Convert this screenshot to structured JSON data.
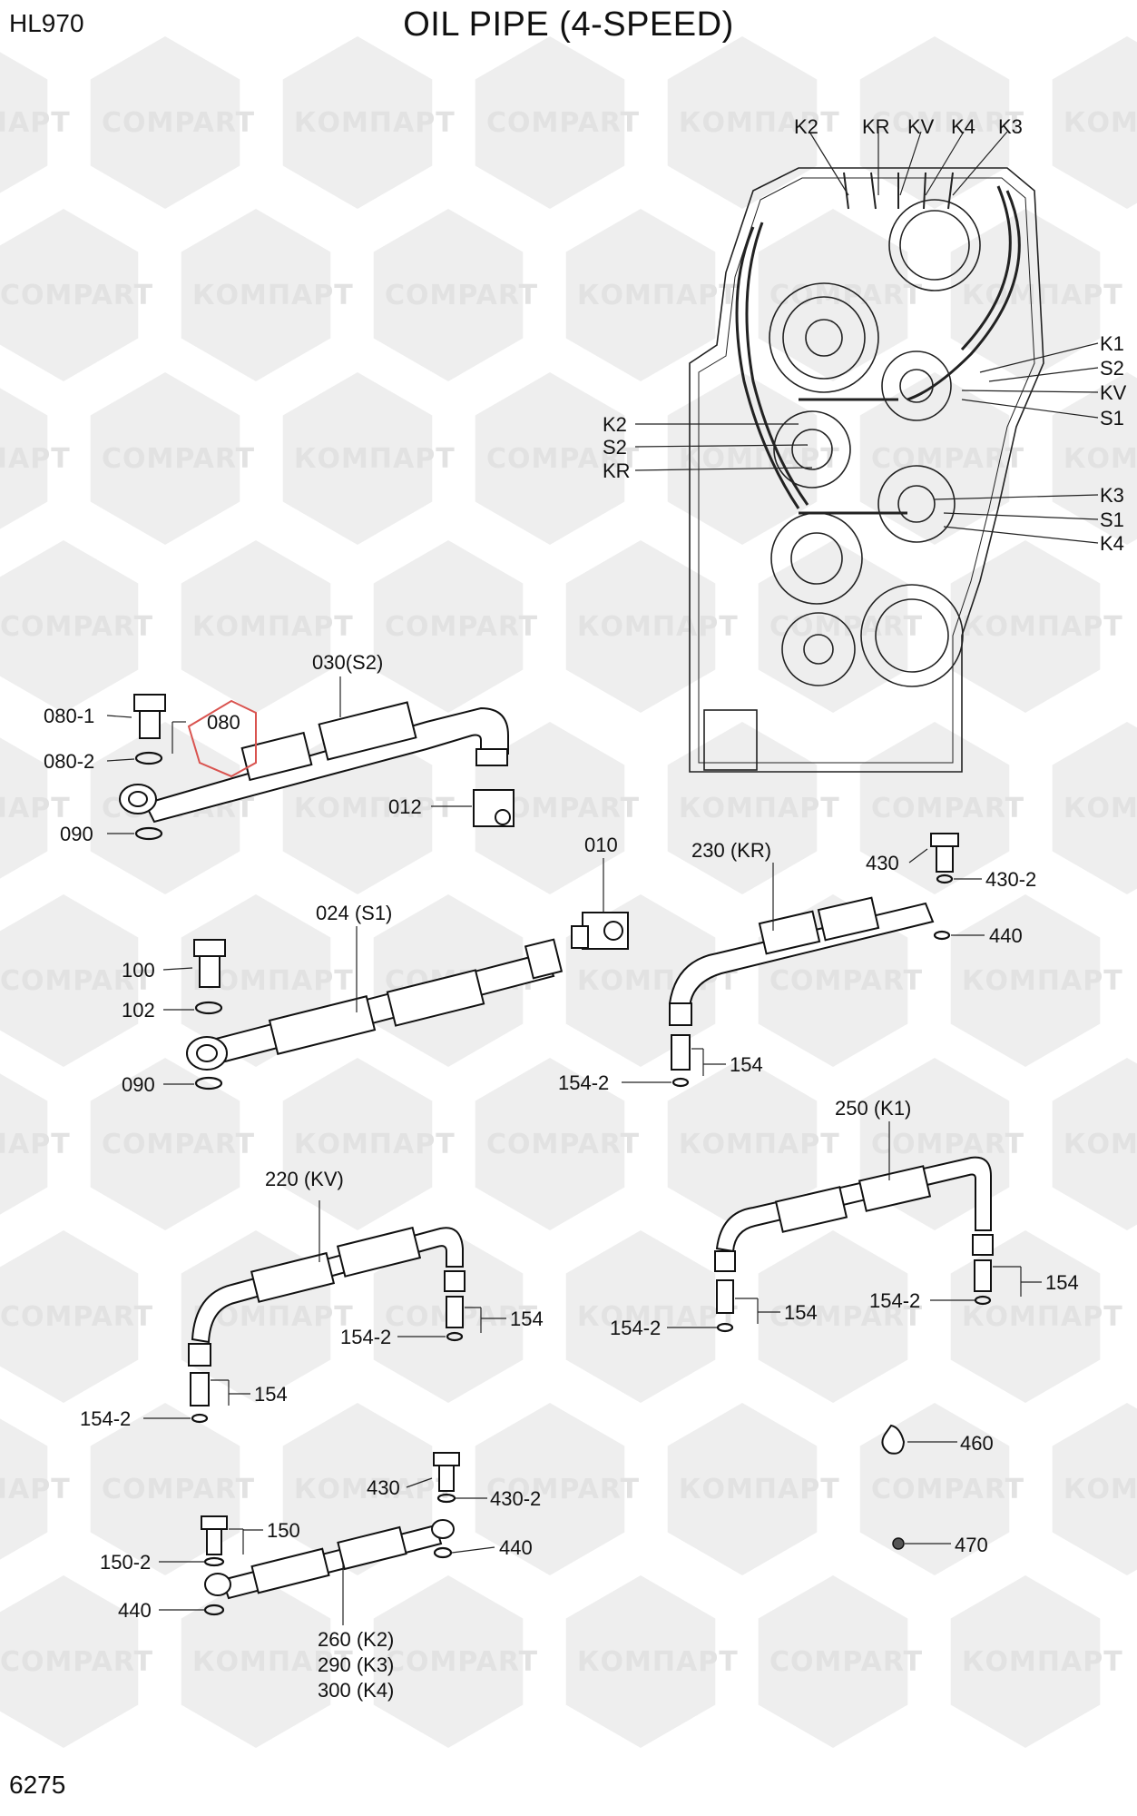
{
  "header": {
    "model": "HL970",
    "title": "OIL PIPE (4-SPEED)"
  },
  "footer": {
    "page_number": "6275"
  },
  "watermark": {
    "latin": "COMPART",
    "cyrillic": "КОМПАРТ",
    "color": "#e2e2e2"
  },
  "highlight_color": "#d9534f",
  "transmission_labels": {
    "top": [
      "K2",
      "KR",
      "KV",
      "K4",
      "K3"
    ],
    "right_upper": [
      "K1",
      "S2",
      "KV",
      "S1"
    ],
    "left_mid": [
      "K2",
      "S2",
      "KR"
    ],
    "right_lower": [
      "K3",
      "S1",
      "K4"
    ]
  },
  "callouts": {
    "c080_1": "080-1",
    "c080": "080",
    "c080_2": "080-2",
    "c090_a": "090",
    "c030": "030(S2)",
    "c012": "012",
    "c010": "010",
    "c024": "024 (S1)",
    "c100": "100",
    "c102": "102",
    "c090_b": "090",
    "c230": "230 (KR)",
    "c430_a": "430",
    "c430_2_a": "430-2",
    "c440_a": "440",
    "c154_a": "154",
    "c154_2_a": "154-2",
    "c250": "250 (K1)",
    "c220": "220 (KV)",
    "c154_b": "154",
    "c154_2_b": "154-2",
    "c154_c": "154",
    "c154_2_c": "154-2",
    "c154_d": "154",
    "c154_2_d": "154-2",
    "c154_e": "154",
    "c154_2_e": "154-2",
    "c460": "460",
    "c470": "470",
    "c430_b": "430",
    "c430_2_b": "430-2",
    "c440_b": "440",
    "c150": "150",
    "c150_2": "150-2",
    "c440_c": "440",
    "c260": "260 (K2)",
    "c290": "290 (K3)",
    "c300": "300 (K4)"
  }
}
